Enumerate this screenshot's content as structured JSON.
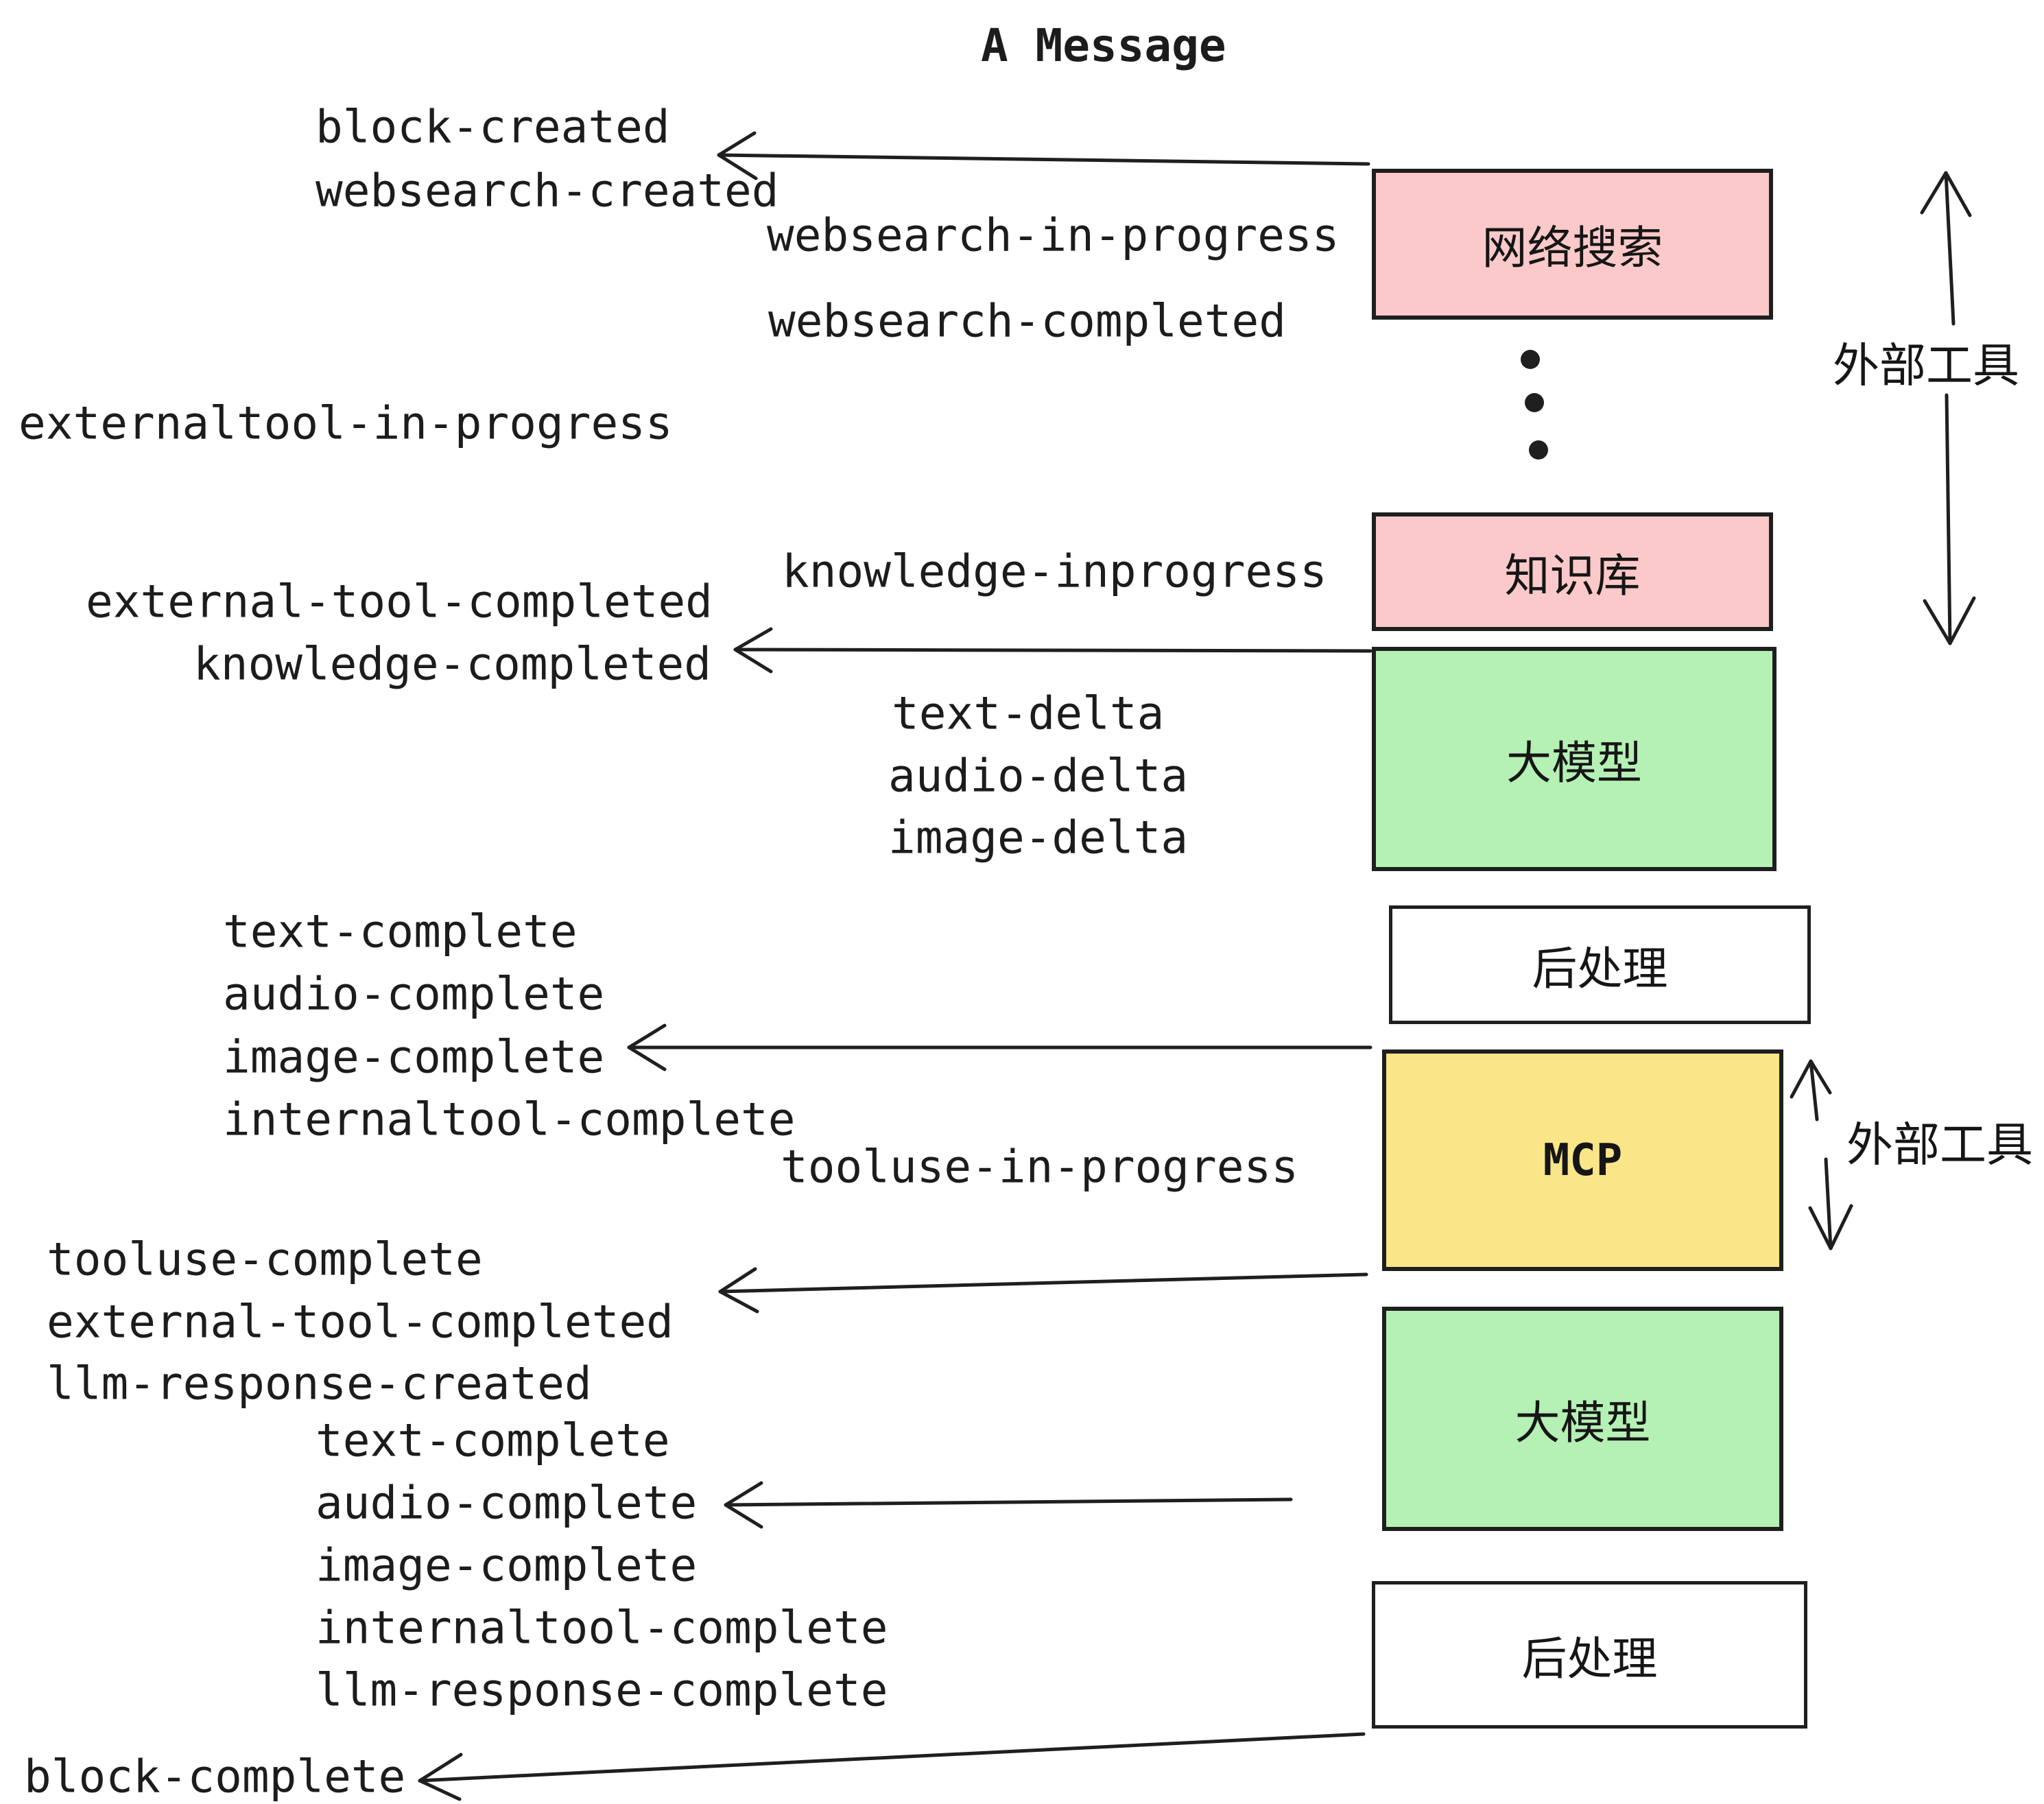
{
  "title": "A Message",
  "colors": {
    "background": "#ffffff",
    "ink": "#1f1f1f",
    "box_pink": "#fbc9c9",
    "box_green": "#b5f0b5",
    "box_yellow": "#fae588",
    "box_white": "#ffffff"
  },
  "boxes": [
    {
      "label": "网络搜索"
    },
    {
      "label": "知识库"
    },
    {
      "label": "大模型"
    },
    {
      "label": "后处理"
    },
    {
      "label": "MCP"
    },
    {
      "label": "大模型"
    },
    {
      "label": "后处理"
    }
  ],
  "events": [
    {
      "text": "block-created"
    },
    {
      "text": "websearch-created"
    },
    {
      "text": "websearch-in-progress"
    },
    {
      "text": "websearch-completed"
    },
    {
      "text": "externaltool-in-progress"
    },
    {
      "text": "knowledge-inprogress"
    },
    {
      "text": "external-tool-completed"
    },
    {
      "text": "knowledge-completed"
    },
    {
      "text": "text-delta"
    },
    {
      "text": "audio-delta"
    },
    {
      "text": "image-delta"
    },
    {
      "text": "text-complete"
    },
    {
      "text": "audio-complete"
    },
    {
      "text": "image-complete"
    },
    {
      "text": "internaltool-complete"
    },
    {
      "text": "tooluse-in-progress"
    },
    {
      "text": "tooluse-complete"
    },
    {
      "text": "external-tool-completed"
    },
    {
      "text": "llm-response-created"
    },
    {
      "text": "text-complete"
    },
    {
      "text": "audio-complete"
    },
    {
      "text": "image-complete"
    },
    {
      "text": "internaltool-complete"
    },
    {
      "text": "llm-response-complete"
    },
    {
      "text": "block-complete"
    }
  ],
  "side_labels": [
    {
      "text": "外部工具"
    },
    {
      "text": "外部工具"
    }
  ]
}
